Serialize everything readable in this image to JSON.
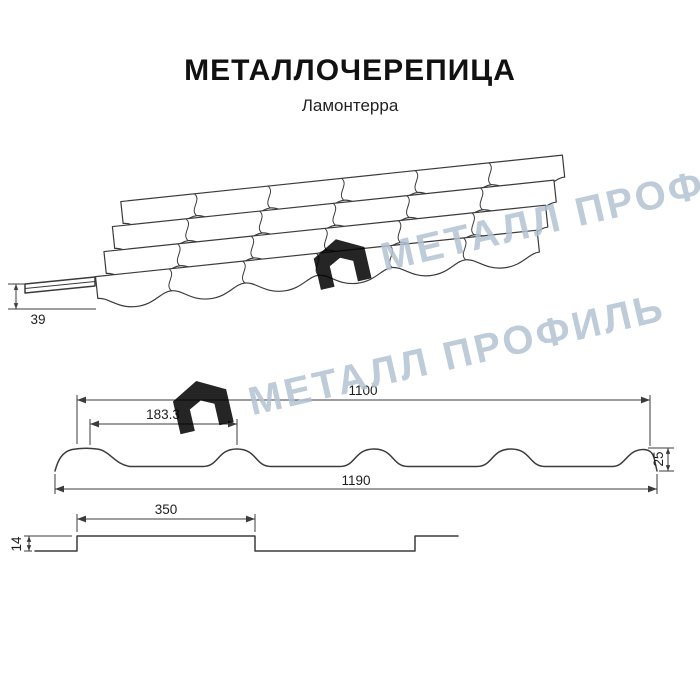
{
  "header": {
    "title": "МЕТАЛЛОЧЕРЕПИЦА",
    "subtitle": "Ламонтерра"
  },
  "watermark": {
    "text": "МЕТАЛЛ ПРОФИЛЬ",
    "color": "#b3c2d2"
  },
  "drawing": {
    "perspective": {
      "height_39": "39"
    },
    "profile": {
      "width_1100": "1100",
      "wave_183": "183.3",
      "height_25": "25",
      "width_1190": "1190"
    },
    "steps": {
      "module_350": "350",
      "step_14": "14"
    }
  },
  "colors": {
    "line": "#3b3b3b",
    "background": "#ffffff"
  }
}
